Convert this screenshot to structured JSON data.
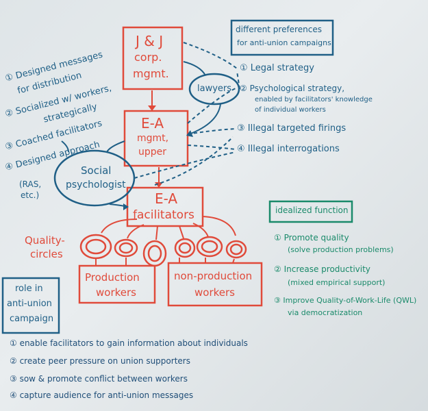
{
  "colors": {
    "red": "#e04a3a",
    "blue": "#1f5f86",
    "green": "#1a8a6a",
    "board": "#e3e8ea"
  },
  "nodes": {
    "jj": [
      "J & J",
      "corp.",
      "mgmt."
    ],
    "ea_mgmt": [
      "E-A",
      "mgmt,",
      "upper"
    ],
    "ea_fac": [
      "E-A",
      "facilitators"
    ],
    "lawyers": "lawyers",
    "social_psych": [
      "Social",
      "psychologist"
    ],
    "quality_circles": [
      "Quality-",
      "circles"
    ],
    "production": [
      "Production",
      "workers"
    ],
    "non_production": [
      "non-production",
      "workers"
    ]
  },
  "left_list": [
    [
      "① Designed messages",
      "for distribution"
    ],
    [
      "② Socialized w/ workers,",
      "strategically"
    ],
    [
      "③ Coached facilitators"
    ],
    [
      "④ Designed approach",
      "(RAS,",
      "etc.)"
    ]
  ],
  "preferences": {
    "title": [
      "different preferences",
      "for anti-union campaigns"
    ],
    "items": [
      [
        "① Legal strategy"
      ],
      [
        "② Psychological strategy,",
        "enabled by facilitators' knowledge",
        "of individual workers"
      ],
      [
        "③ Illegal targeted firings"
      ],
      [
        "④ Illegal interrogations"
      ]
    ]
  },
  "idealized": {
    "title": "idealized function",
    "items": [
      [
        "① Promote quality",
        "(solve production problems)"
      ],
      [
        "② Increase productivity",
        "(mixed empirical support)"
      ],
      [
        "③ Improve Quality-of-Work-Life (QWL)",
        "via democratization"
      ]
    ]
  },
  "role": {
    "title": [
      "role in",
      "anti-union",
      "campaign"
    ],
    "items": [
      "① enable facilitators to gain information about individuals",
      "② create peer pressure on union supporters",
      "③ sow & promote conflict between workers",
      "④ capture audience for anti-union messages"
    ]
  }
}
